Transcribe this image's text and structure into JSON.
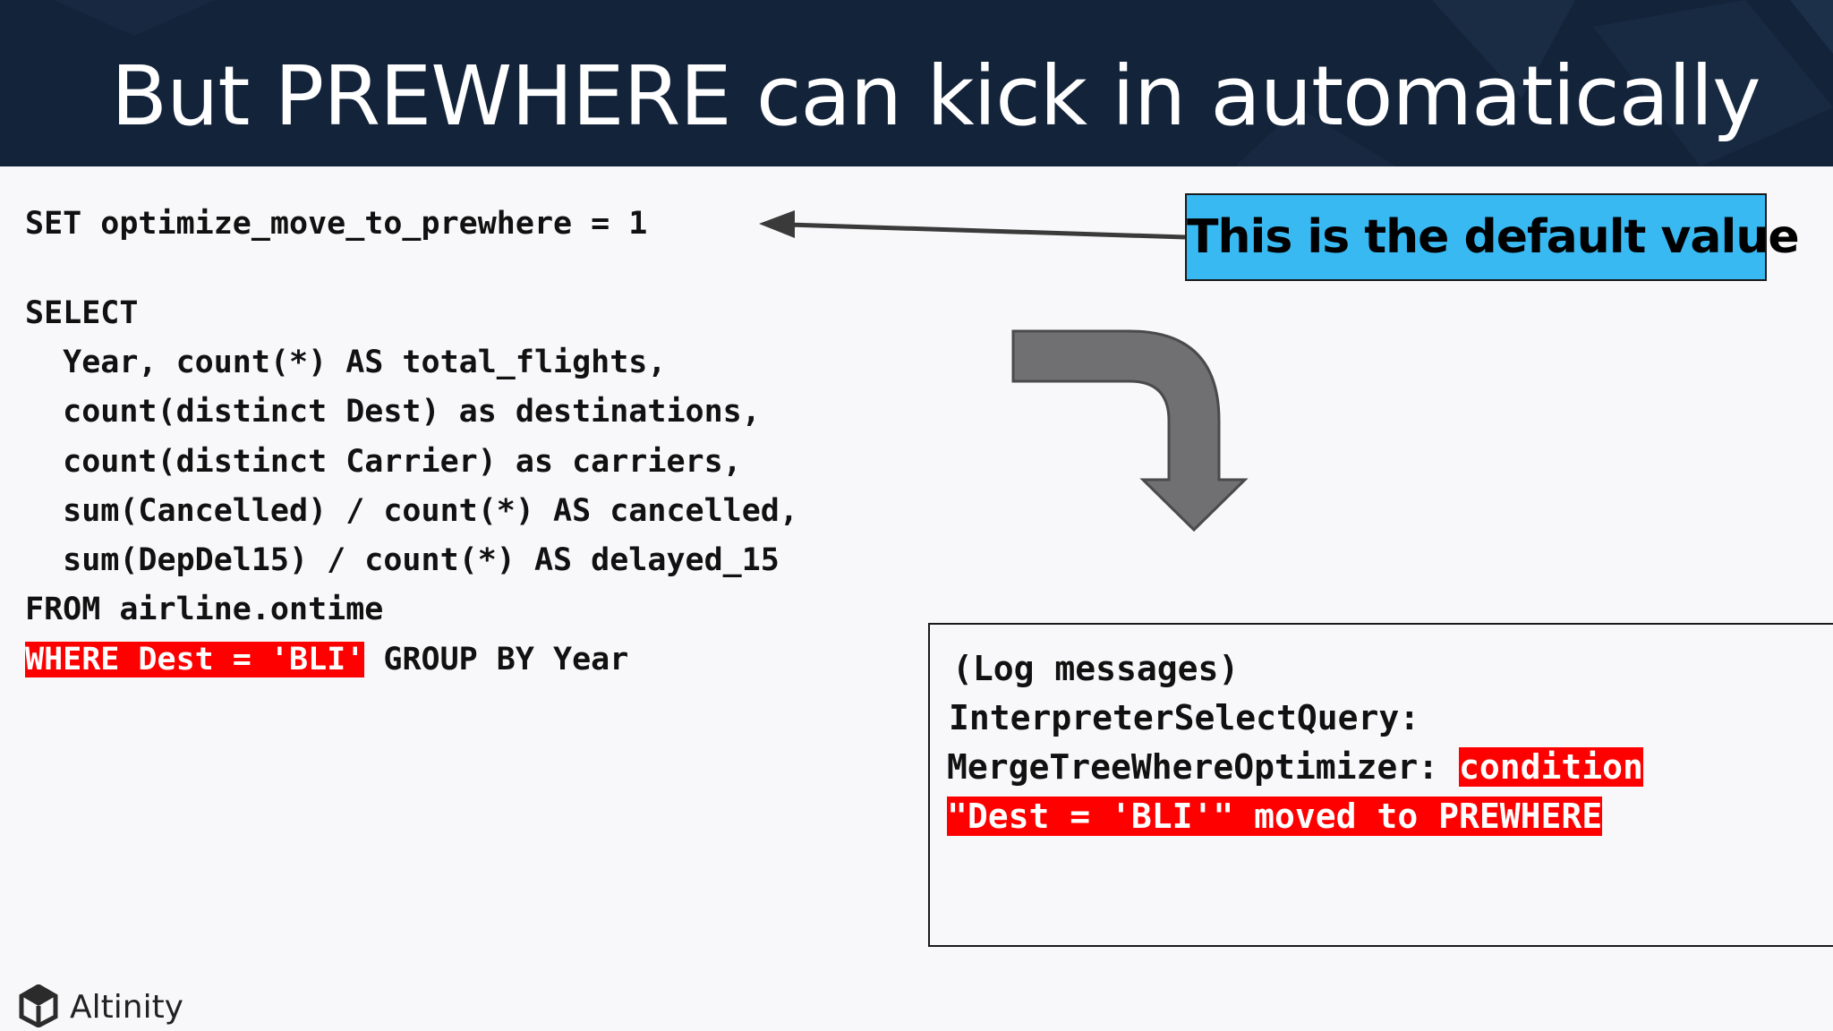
{
  "slide": {
    "title": "But PREWHERE can kick in automatically"
  },
  "code": {
    "line1": "SET optimize_move_to_prewhere = 1",
    "line2": "SELECT",
    "line3": "  Year, count(*) AS total_flights,",
    "line4": "  count(distinct Dest) as destinations,",
    "line5": "  count(distinct Carrier) as carriers,",
    "line6": "  sum(Cancelled) / count(*) AS cancelled,",
    "line7": "  sum(DepDel15) / count(*) AS delayed_15",
    "line8": "FROM airline.ontime",
    "line9_highlight": "WHERE Dest = 'BLI'",
    "line9_rest": " GROUP BY Year"
  },
  "callout": {
    "text": "This is the default value"
  },
  "log": {
    "line1": "(Log messages)",
    "line2": "InterpreterSelectQuery:",
    "line3": "MergeTreeWhereOptimizer: ",
    "line3_highlight": "condition",
    "line4_highlight": "\"Dest = 'BLI'\" moved to PREWHERE"
  },
  "footer": {
    "brand": "Altinity"
  },
  "colors": {
    "header_bg": "#13233a",
    "highlight": "#ff0000",
    "callout_bg": "#39b9f2",
    "arrow": "#707072"
  },
  "icons": [
    "altinity-logo-icon",
    "curved-down-arrow-icon",
    "pointer-arrow-icon"
  ]
}
